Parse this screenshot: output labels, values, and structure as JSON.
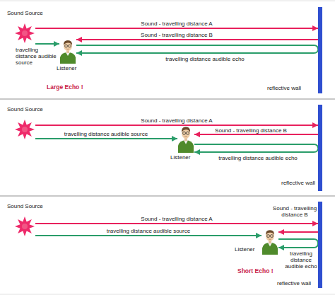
{
  "diagram": {
    "nodes": [
      {
        "text": [
          "Sound Source"
        ]
      },
      {
        "text": [
          "Listener"
        ]
      },
      {
        "text": [
          "reflective wall"
        ]
      },
      {
        "text": [
          "Sound Source"
        ]
      },
      {
        "text": [
          "Listener"
        ]
      },
      {
        "text": [
          "reflective wall"
        ]
      },
      {
        "text": [
          "Sound Source"
        ]
      },
      {
        "text": [
          "Listener"
        ]
      },
      {
        "text": [
          "reflective wall"
        ]
      }
    ],
    "edges": [
      {
        "from": 0,
        "to": 2,
        "arrow": "to",
        "label": "Sound - travelling distance A"
      },
      {
        "from": 2,
        "to": 1,
        "arrow": "to",
        "label": "Sound - travelling distance B"
      },
      {
        "from": 0,
        "to": 1,
        "arrow": "to",
        "label": "travelling distance audible source"
      },
      {
        "from": 2,
        "to": 1,
        "arrow": "to",
        "label": "travelling distance audible echo"
      },
      {
        "from": 3,
        "to": 5,
        "arrow": "to",
        "label": "Sound - travelling distance A"
      },
      {
        "from": 5,
        "to": 4,
        "arrow": "to",
        "label": "Sound - travelling distance B"
      },
      {
        "from": 3,
        "to": 4,
        "arrow": "to",
        "label": "travelling distance audible source"
      },
      {
        "from": 5,
        "to": 4,
        "arrow": "to",
        "label": "travelling distance audible echo"
      },
      {
        "from": 6,
        "to": 8,
        "arrow": "to",
        "label": "Sound - travelling distance A"
      },
      {
        "from": 8,
        "to": 7,
        "arrow": "to",
        "label": "Sound - travelling distance B"
      },
      {
        "from": 6,
        "to": 7,
        "arrow": "to",
        "label": "travelling distance audible source"
      },
      {
        "from": 8,
        "to": 7,
        "arrow": "to",
        "label": "travelling distance audible echo"
      }
    ],
    "labels": [
      "Large Echo !",
      "Short Echo !"
    ]
  }
}
